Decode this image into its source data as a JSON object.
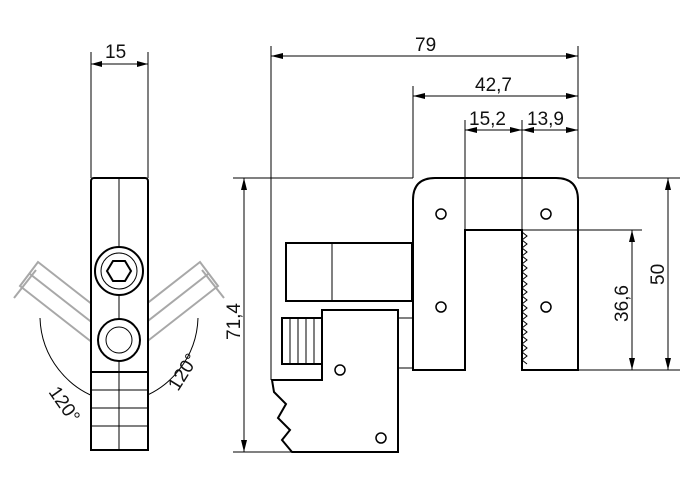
{
  "dimensions": {
    "width_front": "15",
    "overall_width": "79",
    "plate_width": "42,7",
    "slot_left": "15,2",
    "slot_right": "13,9",
    "overall_height": "71,4",
    "plate_height": "50",
    "slot_depth": "36,6",
    "angle_left": "120°",
    "angle_right": "120°"
  }
}
